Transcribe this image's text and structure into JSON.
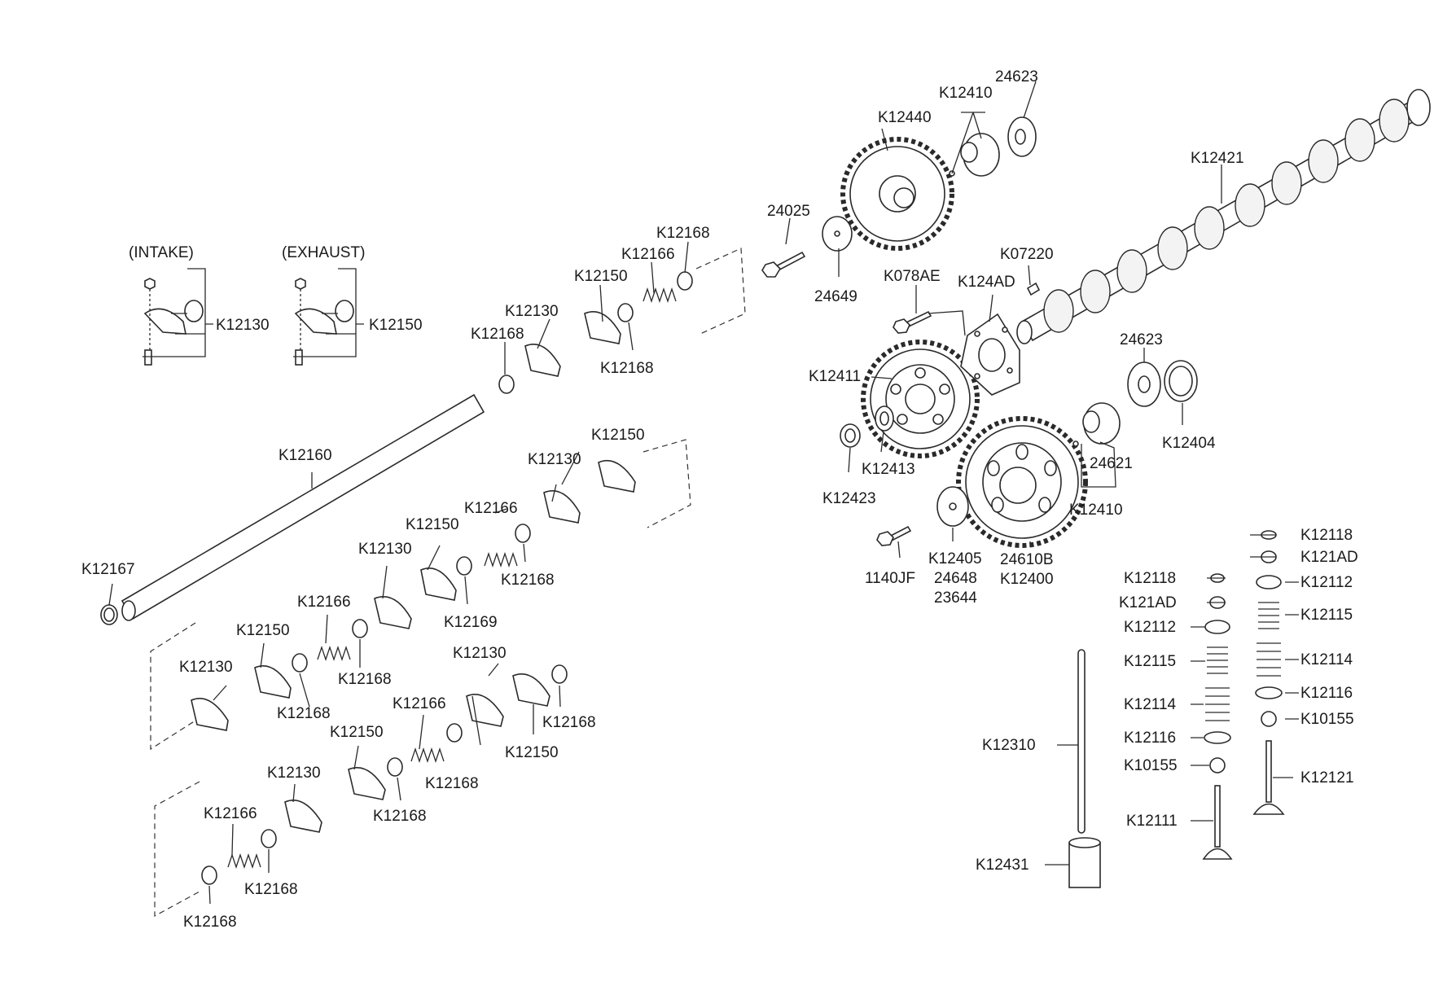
{
  "header": {
    "intake": "(INTAKE)",
    "exhaust": "(EXHAUST)"
  },
  "labels": {
    "L01": "K12410",
    "L02": "24623",
    "L03": "K12440",
    "L04": "K12421",
    "L05": "24025",
    "L06": "24649",
    "L07": "K078AE",
    "L08": "K124AD",
    "L09": "K07220",
    "L10": "K12168",
    "L11": "K12166",
    "L12": "K12150",
    "L13": "K12130",
    "L14": "K12168",
    "L15": "K12168",
    "L16": "K12130",
    "L17": "K12150",
    "L18": "K12411",
    "L19": "24623",
    "L20": "K12404",
    "L21": "K12413",
    "L22": "K12423",
    "L23": "24621",
    "L24": "K12410",
    "L25": "K12160",
    "L26": "K12150",
    "L27": "K12130",
    "L28": "K12166",
    "L29": "K12150",
    "L30": "K12168",
    "L31": "K12130",
    "L32": "K12169",
    "L33": "K12167",
    "L34": "K12166",
    "L35": "K12150",
    "L36": "K12168",
    "L37": "K12130",
    "L38": "K12168",
    "L39": "K12130",
    "L40": "K12166",
    "L41": "K12168",
    "L42": "K12150",
    "L43": "K12150",
    "L44": "K12168",
    "L45": "K12130",
    "L46": "K12168",
    "L47": "K12166",
    "L48": "K12168",
    "L49": "K12168",
    "L50": "1140JF",
    "L51": "K12405",
    "L52": "24648",
    "L53": "23644",
    "L54": "24610B",
    "L55": "K12400",
    "L56": "K12118",
    "L57": "K121AD",
    "L58": "K12112",
    "L59": "K12115",
    "L60": "K12114",
    "L61": "K12116",
    "L62": "K10155",
    "L63": "K12121",
    "L64": "K12118",
    "L65": "K121AD",
    "L66": "K12112",
    "L67": "K12115",
    "L68": "K12114",
    "L69": "K12116",
    "L70": "K10155",
    "L71": "K12310",
    "L72": "K12111",
    "L73": "K12431"
  }
}
